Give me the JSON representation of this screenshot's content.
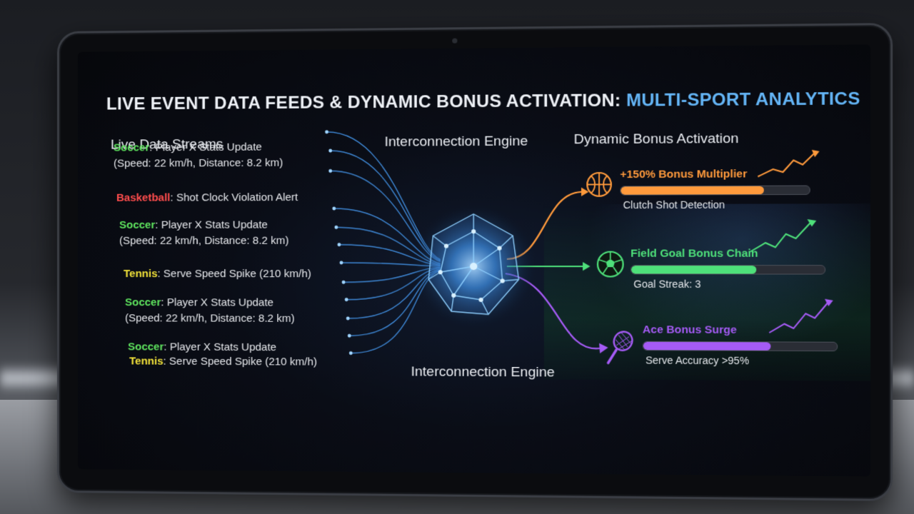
{
  "title": {
    "main": "LIVE EVENT DATA FEEDS & DYNAMIC BONUS ACTIVATION: ",
    "accent": "MULTI-SPORT ANALYTICS"
  },
  "columns": {
    "streams": "Live Data Streams",
    "engine": "Interconnection Engine",
    "bonus": "Dynamic Bonus Activation"
  },
  "engine_bottom_label": "Interconnection Engine",
  "feeds": [
    {
      "sport": "Soccer",
      "text": ": Player X Stats Update",
      "line2": "(Speed: 22 km/h, Distance: 8.2 km)"
    },
    {
      "sport": "Basketball",
      "text": ": Shot Clock Violation Alert",
      "line2": ""
    },
    {
      "sport": "Soccer",
      "text": ": Player X Stats Update",
      "line2": "(Speed: 22 km/h, Distance: 8.2 km)"
    },
    {
      "sport": "Tennis",
      "text": ": Serve Speed Spike (210 km/h)",
      "line2": ""
    },
    {
      "sport": "Soccer",
      "text": ": Player X Stats Update",
      "line2": "(Speed: 22 km/h, Distance: 8.2 km)"
    },
    {
      "sport": "Soccer",
      "text": ": Player X Stats Update",
      "line2": ""
    },
    {
      "sport": "Tennis",
      "text": ": Serve Speed Spike (210 km/h)",
      "line2": ""
    }
  ],
  "bonuses": [
    {
      "title": "+150% Bonus Multiplier",
      "subtitle": "Clutch Shot Detection",
      "progress": 0.76,
      "color": "#ff9a3c",
      "icon": "basketball-icon"
    },
    {
      "title": "Field Goal Bonus Chain",
      "subtitle": "Goal Streak: 3",
      "progress": 0.65,
      "color": "#4ee07a",
      "icon": "soccer-ball-icon"
    },
    {
      "title": "Ace Bonus Surge",
      "subtitle": "Serve Accuracy >95%",
      "progress": 0.66,
      "color": "#a55bf5",
      "icon": "tennis-racket-icon"
    }
  ],
  "colors": {
    "stream_line": "#4aa3ff",
    "engine_core": "#7fc8ff",
    "soccer": "#5ee35e",
    "basketball": "#ff4d4d",
    "tennis": "#f2e23a"
  }
}
